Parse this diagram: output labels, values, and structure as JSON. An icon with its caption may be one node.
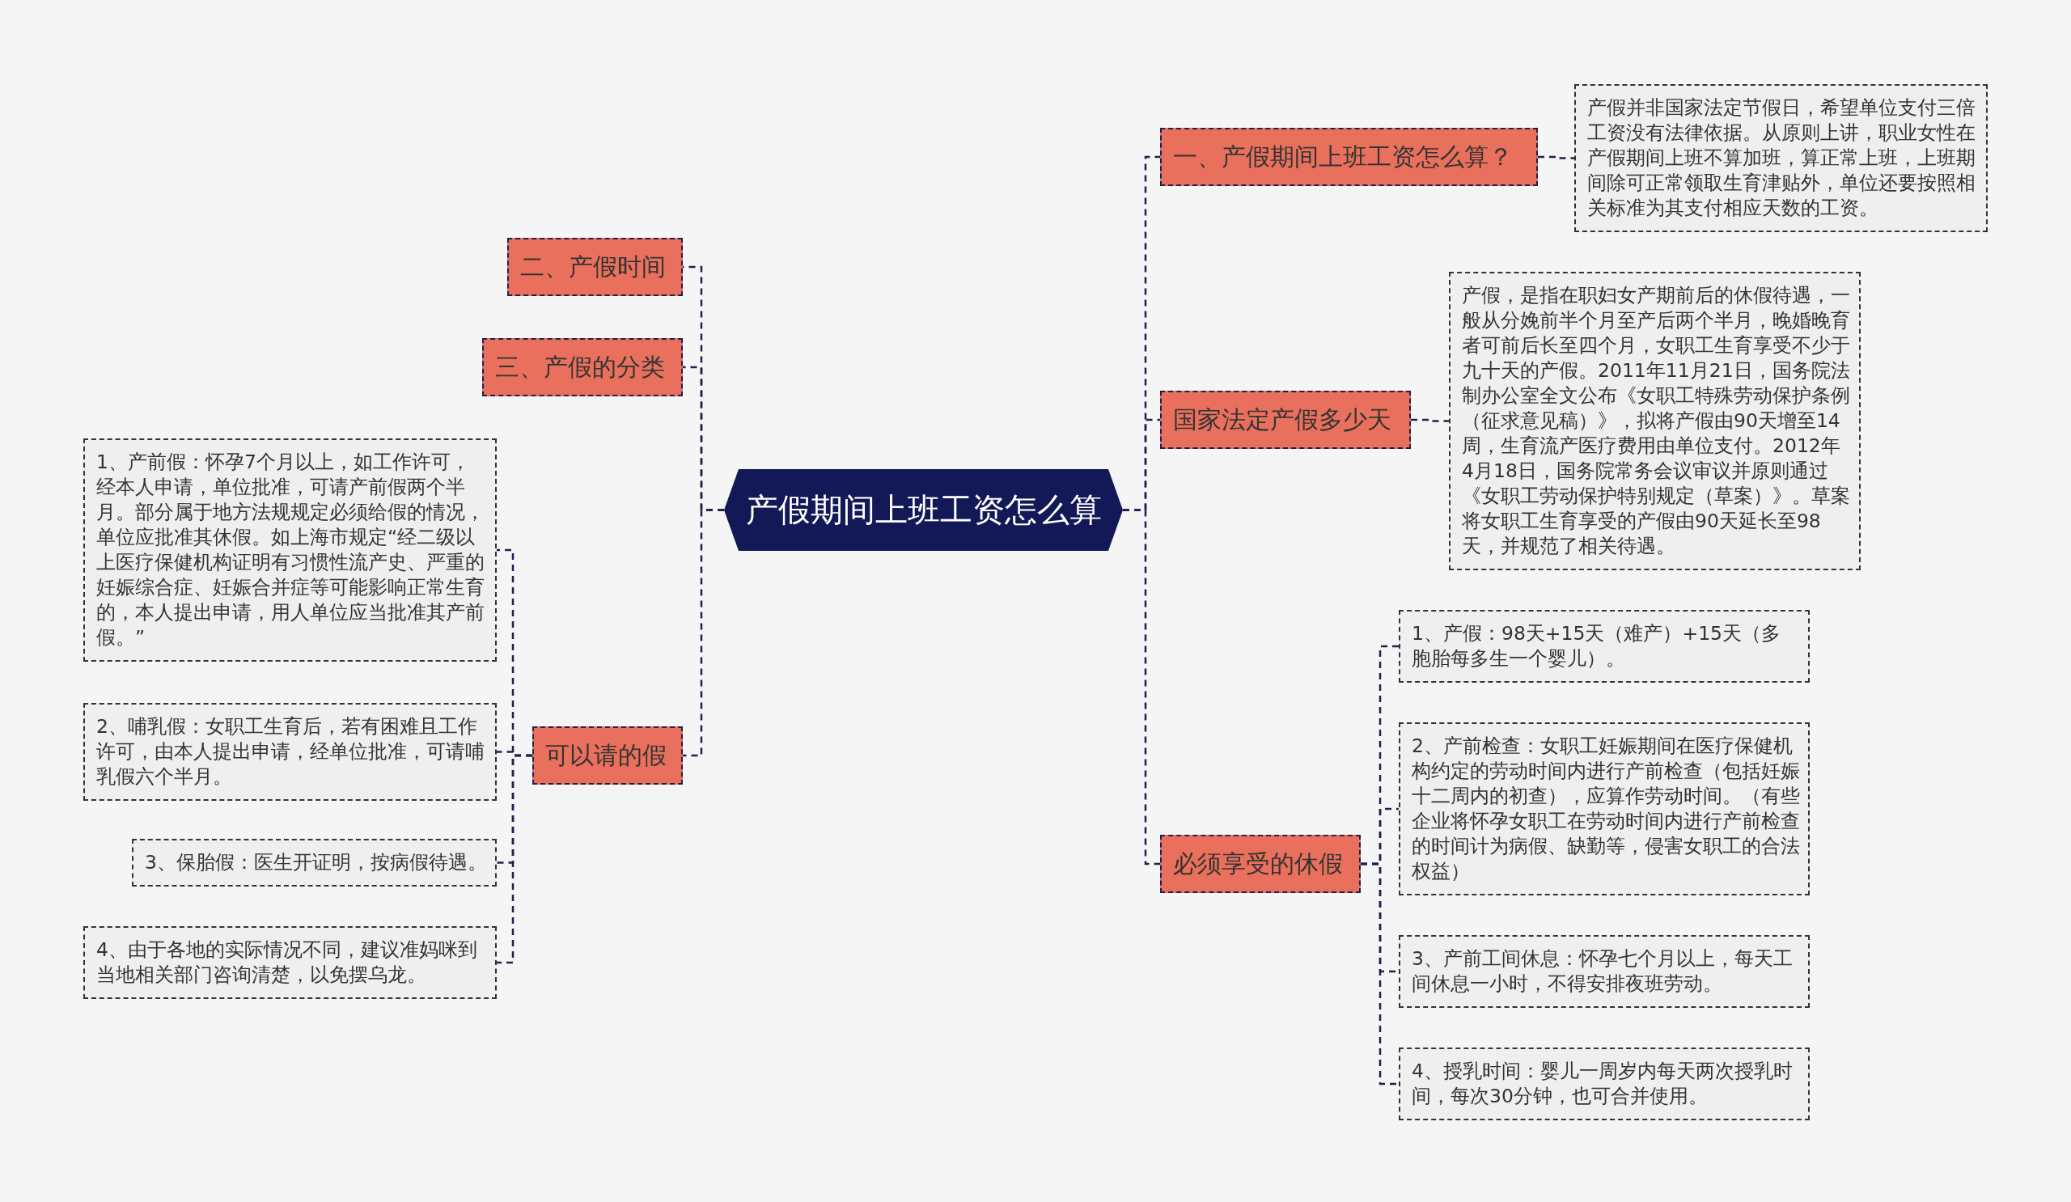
{
  "diagram": {
    "nodes": [
      {
        "text": [
          "产假期间上班工资怎么算"
        ]
      },
      {
        "text": [
          "二、产假时间"
        ]
      },
      {
        "text": [
          "三、产假的分类"
        ]
      },
      {
        "text": [
          "可以请的假"
        ]
      },
      {
        "text": [
          "1、产前假：怀孕7个月以上，如工作许可，经本人申请，单位批准，可请产前假两个半月。部分属于地方法规规定必须给假的情况，单位应批准其休假。如上海市规定“经二级以上医疗保健机构证明有习惯性流产史、严重的妊娠综合症、妊娠合并症等可能影响正常生育的，本人提出申请，用人单位应当批准其产前假。”"
        ]
      },
      {
        "text": [
          "2、哺乳假：女职工生育后，若有困难且工作许可，由本人提出申请，经单位批准，可请哺乳假六个半月。"
        ]
      },
      {
        "text": [
          "3、保胎假：医生开证明，按病假待遇。"
        ]
      },
      {
        "text": [
          "4、由于各地的实际情况不同，建议准妈咪到当地相关部门咨询清楚，以免摆乌龙。"
        ]
      },
      {
        "text": [
          "一、产假期间上班工资怎么算？"
        ]
      },
      {
        "text": [
          "产假并非国家法定节假日，希望单位支付三倍工资没有法律依据。从原则上讲，职业女性在产假期间上班不算加班，算正常上班，上班期间除可正常领取生育津贴外，单位还要按照相关标准为其支付相应天数的工资。"
        ]
      },
      {
        "text": [
          "国家法定产假多少天"
        ]
      },
      {
        "text": [
          "产假，是指在职妇女产期前后的休假待遇，一般从分娩前半个月至产后两个半月，晚婚晚育者可前后长至四个月，女职工生育享受不少于九十天的产假。2011年11月21日，国务院法制办公室全文公布《女职工特殊劳动保护条例（征求意见稿）》，拟将产假由90天增至14周，生育流产医疗费用由单位支付。2012年4月18日，国务院常务会议审议并原则通过《女职工劳动保护特别规定（草案）》。草案将女职工生育享受的产假由90天延长至98天，并规范了相关待遇。"
        ]
      },
      {
        "text": [
          "必须享受的休假"
        ]
      },
      {
        "text": [
          "1、产假：98天+15天（难产）+15天（多胞胎每多生一个婴儿）。"
        ]
      },
      {
        "text": [
          "2、产前检查：女职工妊娠期间在医疗保健机构约定的劳动时间内进行产前检查（包括妊娠十二周内的初查），应算作劳动时间。（有些企业将怀孕女职工在劳动时间内进行产前检查的时间计为病假、缺勤等，侵害女职工的合法权益）"
        ]
      },
      {
        "text": [
          "3、产前工间休息：怀孕七个月以上，每天工间休息一小时，不得安排夜班劳动。"
        ]
      },
      {
        "text": [
          "4、授乳时间：婴儿一周岁内每天两次授乳时间，每次30分钟，也可合并使用。"
        ]
      }
    ],
    "edges": [
      {
        "from": 0,
        "to": 1,
        "arrow": "none"
      },
      {
        "from": 0,
        "to": 2,
        "arrow": "none"
      },
      {
        "from": 0,
        "to": 3,
        "arrow": "none"
      },
      {
        "from": 3,
        "to": 4,
        "arrow": "none"
      },
      {
        "from": 3,
        "to": 5,
        "arrow": "none"
      },
      {
        "from": 3,
        "to": 6,
        "arrow": "none"
      },
      {
        "from": 3,
        "to": 7,
        "arrow": "none"
      },
      {
        "from": 0,
        "to": 8,
        "arrow": "none"
      },
      {
        "from": 8,
        "to": 9,
        "arrow": "none"
      },
      {
        "from": 0,
        "to": 10,
        "arrow": "none"
      },
      {
        "from": 10,
        "to": 11,
        "arrow": "none"
      },
      {
        "from": 0,
        "to": 12,
        "arrow": "none"
      },
      {
        "from": 12,
        "to": 13,
        "arrow": "none"
      },
      {
        "from": 12,
        "to": 14,
        "arrow": "none"
      },
      {
        "from": 12,
        "to": 15,
        "arrow": "none"
      },
      {
        "from": 12,
        "to": 16,
        "arrow": "none"
      }
    ]
  }
}
